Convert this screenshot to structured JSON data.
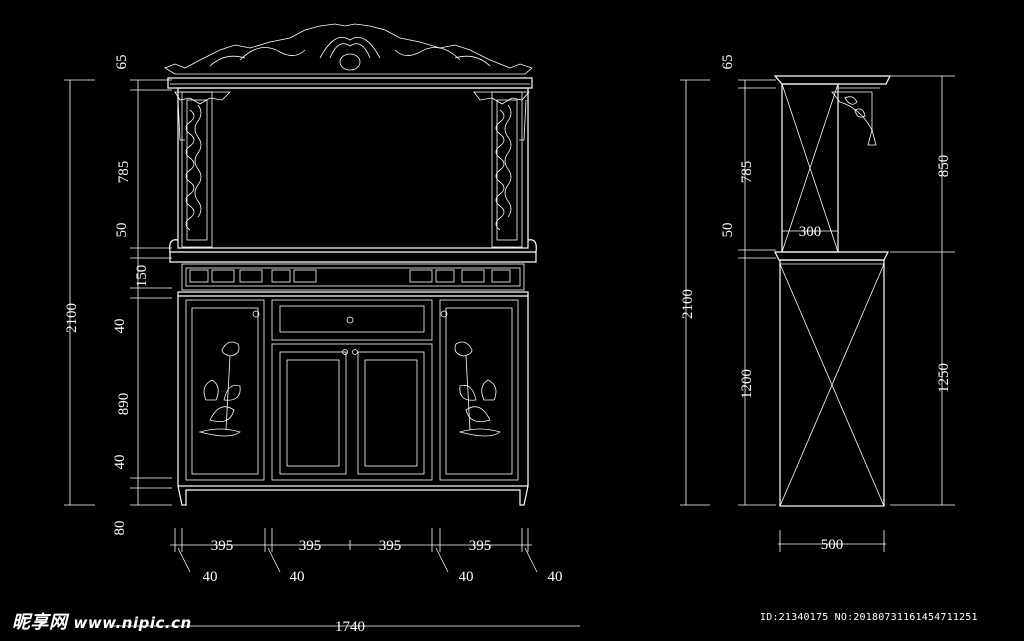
{
  "front_view": {
    "width_total": "1740",
    "bottom_widths": [
      "395",
      "395",
      "395",
      "395"
    ],
    "leg_gaps": [
      "40",
      "40",
      "40",
      "40"
    ],
    "height_total": "2100",
    "vertical_segments": [
      "65",
      "785",
      "50",
      "150",
      "40",
      "890",
      "40",
      "80"
    ]
  },
  "side_view": {
    "depth_bottom": "500",
    "depth_top": "300",
    "height_total": "2100",
    "left_segments": [
      "65",
      "785",
      "50",
      "1200"
    ],
    "right_segments": [
      "850",
      "1250"
    ]
  },
  "watermark": {
    "logo_text": "昵享网",
    "url": "www.nipic.cn"
  },
  "image_id_line": "ID:21340175 NO:20180731161454711251"
}
